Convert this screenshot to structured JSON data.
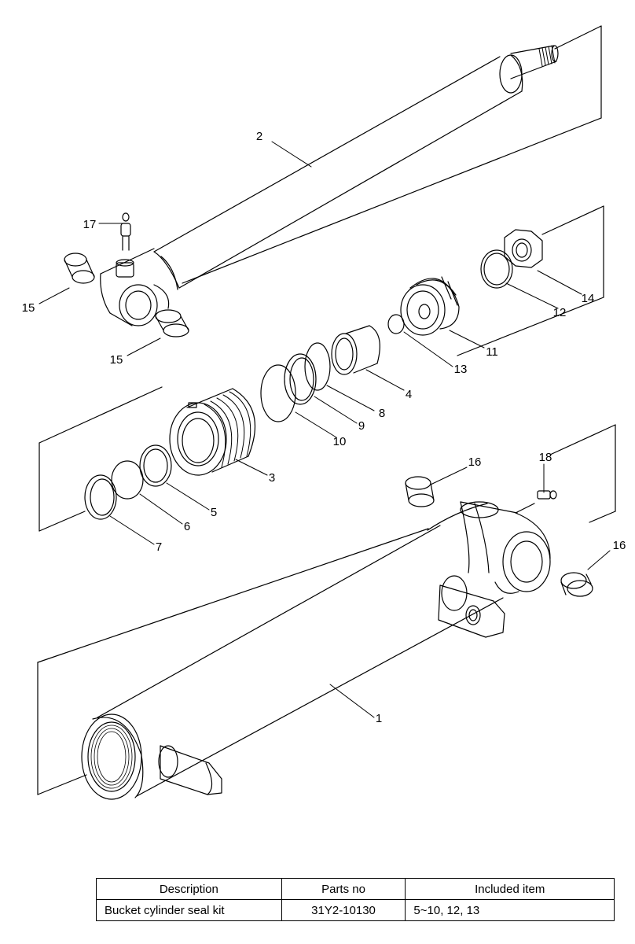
{
  "callouts": {
    "c1": "1",
    "c2": "2",
    "c3": "3",
    "c4": "4",
    "c5": "5",
    "c6": "6",
    "c7": "7",
    "c8": "8",
    "c9": "9",
    "c10": "10",
    "c11": "11",
    "c12": "12",
    "c13": "13",
    "c14": "14",
    "c15a": "15",
    "c15b": "15",
    "c16a": "16",
    "c16b": "16",
    "c17": "17",
    "c18": "18"
  },
  "kit_table": {
    "headers": {
      "description": "Description",
      "parts_no": "Parts no",
      "included_item": "Included item"
    },
    "rows": [
      {
        "description": "Bucket cylinder seal kit",
        "parts_no": "31Y2-10130",
        "included_item": "5~10, 12, 13"
      }
    ]
  }
}
